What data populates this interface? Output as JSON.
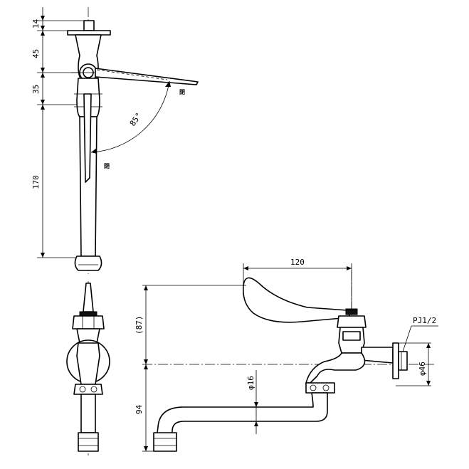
{
  "dimensions": {
    "top_flange": "14",
    "lever_offset": "45",
    "boss_to_collar": "35",
    "spout_length": "170",
    "lever_reach": "120",
    "handle_height": "(87)",
    "spout_drop": "94",
    "spout_diameter": "φ16",
    "flange_diameter": "φ46",
    "thread": "PJ1/2",
    "lever_angle": "85°"
  },
  "labels": {
    "open_mark_upper": "閉",
    "open_mark_lower": "閉"
  }
}
